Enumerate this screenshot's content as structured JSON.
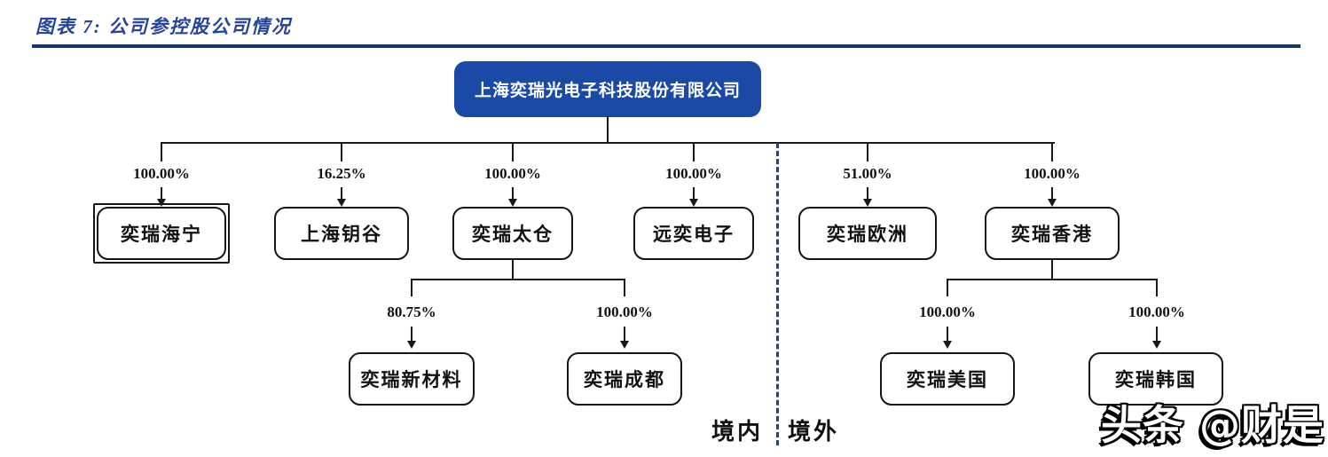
{
  "title": "图表 7:  公司参控股公司情况",
  "root": {
    "label": "上海奕瑞光电子科技股份有限公司"
  },
  "domestic": [
    {
      "percent": "100.00%",
      "label": "奕瑞海宁"
    },
    {
      "percent": "16.25%",
      "label": "上海钥谷"
    },
    {
      "percent": "100.00%",
      "label": "奕瑞太仓",
      "children": [
        {
          "percent": "80.75%",
          "label": "奕瑞新材料"
        },
        {
          "percent": "100.00%",
          "label": "奕瑞成都"
        }
      ]
    },
    {
      "percent": "100.00%",
      "label": "远奕电子"
    }
  ],
  "overseas": [
    {
      "percent": "51.00%",
      "label": "奕瑞欧洲"
    },
    {
      "percent": "100.00%",
      "label": "奕瑞香港",
      "children": [
        {
          "percent": "100.00%",
          "label": "奕瑞美国"
        },
        {
          "percent": "100.00%",
          "label": "奕瑞韩国"
        }
      ]
    }
  ],
  "region_labels": {
    "domestic": "境内",
    "overseas": "境外"
  },
  "watermark": "头条 @财是",
  "colors": {
    "root_fill": "#1b4aa6",
    "title_blue": "#26449c",
    "rule_navy": "#16376b",
    "divider_blue": "#21418c",
    "line_black": "#1a1a1a"
  }
}
